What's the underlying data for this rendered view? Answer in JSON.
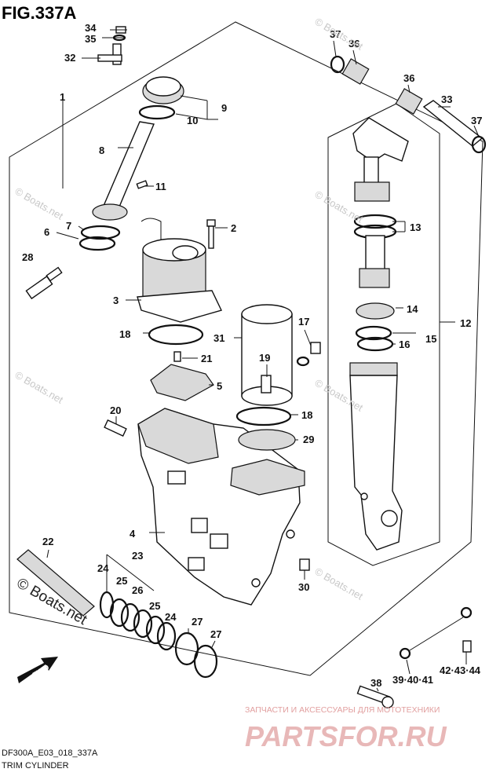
{
  "figure": {
    "title": "FIG.337A",
    "code": "DF300A_E03_018_337A",
    "name": "TRIM CYLINDER"
  },
  "watermark": {
    "small": "© Boats.net",
    "big": "© Boats.net",
    "brand": "PARTSFOR.RU",
    "brand_sub": "ЗАПЧАСТИ И АКСЕССУАРЫ ДЛЯ МОТОТЕХНИКИ"
  },
  "callouts": {
    "c1": "1",
    "c2": "2",
    "c3": "3",
    "c4": "4",
    "c5": "5",
    "c6": "6",
    "c7": "7",
    "c8": "8",
    "c9": "9",
    "c10": "10",
    "c11": "11",
    "c12": "12",
    "c13": "13",
    "c14": "14",
    "c15": "15",
    "c16": "16",
    "c17": "17",
    "c18a": "18",
    "c18b": "18",
    "c19": "19",
    "c20": "20",
    "c21": "21",
    "c22": "22",
    "c23": "23",
    "c24a": "24",
    "c24b": "24",
    "c25a": "25",
    "c25b": "25",
    "c26": "26",
    "c27a": "27",
    "c27b": "27",
    "c28": "28",
    "c29": "29",
    "c30": "30",
    "c31": "31",
    "c32": "32",
    "c33": "33",
    "c34": "34",
    "c35": "35",
    "c36a": "36",
    "c36b": "36",
    "c37a": "37",
    "c37b": "37",
    "c38": "38",
    "c39": "39·40·41",
    "c42": "42·43·44"
  },
  "fwd_label": "FWD"
}
